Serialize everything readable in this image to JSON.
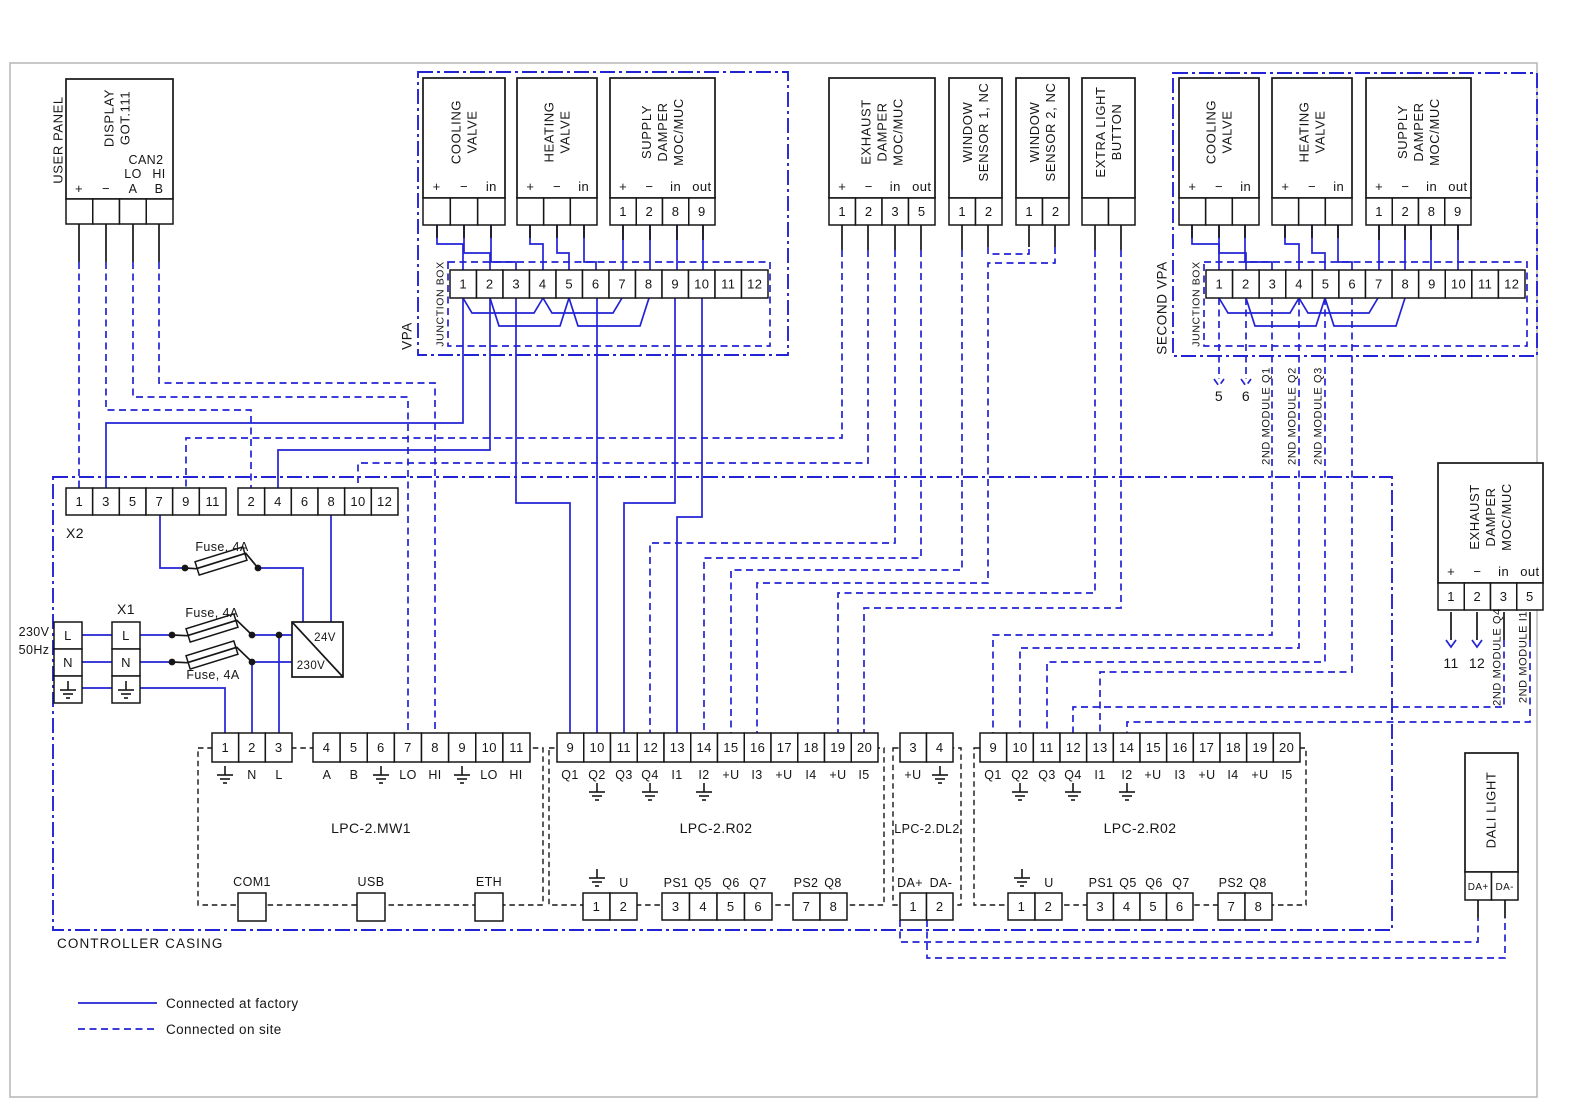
{
  "legend": {
    "factory": "Connected at factory",
    "site": "Connected on site"
  },
  "casing": "CONTROLLER CASING",
  "areas": {
    "vpa": "VPA",
    "second_vpa": "SECOND VPA",
    "junction_box": "JUNCTION BOX"
  },
  "power": {
    "mains_voltage": "230V",
    "mains_freq": "50Hz",
    "x1": "X1",
    "x2": "X2",
    "fuse": "Fuse, 4A",
    "transformer_secondary": "24V",
    "transformer_primary": "230V",
    "mains_rows": [
      "L",
      "N",
      "GND"
    ]
  },
  "user_panel": {
    "side": "USER PANEL",
    "device": [
      "DISPLAY",
      "GOT.111"
    ],
    "bus": "CAN2",
    "lo": "LO",
    "hi": "HI",
    "a": "A",
    "b": "B",
    "plus": "+",
    "minus": "−"
  },
  "junction_numbers": [
    "1",
    "2",
    "3",
    "4",
    "5",
    "6",
    "7",
    "8",
    "9",
    "10",
    "11",
    "12"
  ],
  "x2_odd": [
    "1",
    "3",
    "5",
    "7",
    "9",
    "11"
  ],
  "x2_even": [
    "2",
    "4",
    "6",
    "8",
    "10",
    "12"
  ],
  "top_devices": [
    {
      "name": "cooling-valve-1",
      "lines": [
        "COOLING",
        "VALVE"
      ],
      "pins": [
        "+",
        "−",
        "in"
      ],
      "terminals": [
        "",
        "",
        ""
      ]
    },
    {
      "name": "heating-valve-1",
      "lines": [
        "HEATING",
        "VALVE"
      ],
      "pins": [
        "+",
        "−",
        "in"
      ],
      "terminals": [
        "",
        "",
        ""
      ]
    },
    {
      "name": "supply-damper-1",
      "lines": [
        "SUPPLY",
        "DAMPER",
        "MOC/MUC"
      ],
      "pins": [
        "+",
        "−",
        "in",
        "out"
      ],
      "terminals": [
        "1",
        "2",
        "8",
        "9"
      ]
    },
    {
      "name": "exhaust-damper-1",
      "lines": [
        "EXHAUST",
        "DAMPER",
        "MOC/MUC"
      ],
      "pins": [
        "+",
        "−",
        "in",
        "out"
      ],
      "terminals": [
        "1",
        "2",
        "3",
        "5"
      ]
    },
    {
      "name": "window-sensor-1",
      "lines": [
        "WINDOW",
        "SENSOR 1, NC"
      ],
      "pins": [],
      "terminals": [
        "1",
        "2"
      ]
    },
    {
      "name": "window-sensor-2",
      "lines": [
        "WINDOW",
        "SENSOR 2, NC"
      ],
      "pins": [],
      "terminals": [
        "1",
        "2"
      ]
    },
    {
      "name": "extra-light-button",
      "lines": [
        "EXTRA LIGHT",
        "BUTTON"
      ],
      "pins": [],
      "terminals": [
        "",
        ""
      ]
    },
    {
      "name": "cooling-valve-2",
      "lines": [
        "COOLING",
        "VALVE"
      ],
      "pins": [
        "+",
        "−",
        "in"
      ],
      "terminals": [
        "",
        "",
        ""
      ]
    },
    {
      "name": "heating-valve-2",
      "lines": [
        "HEATING",
        "VALVE"
      ],
      "pins": [
        "+",
        "−",
        "in"
      ],
      "terminals": [
        "",
        "",
        ""
      ]
    },
    {
      "name": "supply-damper-2",
      "lines": [
        "SUPPLY",
        "DAMPER",
        "MOC/MUC"
      ],
      "pins": [
        "+",
        "−",
        "in",
        "out"
      ],
      "terminals": [
        "1",
        "2",
        "8",
        "9"
      ]
    },
    {
      "name": "exhaust-damper-2",
      "lines": [
        "EXHAUST",
        "DAMPER",
        "MOC/MUC"
      ],
      "pins": [
        "+",
        "−",
        "in",
        "out"
      ],
      "terminals": [
        "1",
        "2",
        "3",
        "5"
      ]
    }
  ],
  "dali": {
    "label": "DALI LIGHT",
    "terminals": [
      "DA+",
      "DA-"
    ]
  },
  "modules": {
    "mw1": {
      "name": "LPC-2.MW1",
      "t1": [
        "1",
        "2",
        "3"
      ],
      "t1_labels": [
        "GND",
        "N",
        "L"
      ],
      "t2": [
        "4",
        "5",
        "6",
        "7",
        "8",
        "9",
        "10",
        "11"
      ],
      "t2_labels": [
        "A",
        "B",
        "GND",
        "LO",
        "HI",
        "GND",
        "LO",
        "HI"
      ],
      "ports": [
        "COM1",
        "USB",
        "ETH"
      ]
    },
    "r02a": {
      "name": "LPC-2.R02",
      "top": [
        "9",
        "10",
        "11",
        "12",
        "13",
        "14",
        "15",
        "16",
        "17",
        "18",
        "19",
        "20"
      ],
      "top_labels": [
        "Q1",
        "Q2",
        "Q3",
        "Q4",
        "I1",
        "I2",
        "+U",
        "I3",
        "+U",
        "I4",
        "+U",
        "I5"
      ],
      "b1": [
        "1",
        "2"
      ],
      "b1_labels": [
        "GND",
        "U"
      ],
      "b2": [
        "3",
        "4",
        "5",
        "6"
      ],
      "b2_labels": [
        "PS1",
        "Q5",
        "Q6",
        "Q7"
      ],
      "b3": [
        "7",
        "8"
      ],
      "b3_labels": [
        "PS2",
        "Q8"
      ]
    },
    "dl2": {
      "name": "LPC-2.DL2",
      "top": [
        "3",
        "4"
      ],
      "top_labels": [
        "+U",
        "GND"
      ],
      "b": [
        "1",
        "2"
      ],
      "b_labels": [
        "DA+",
        "DA-"
      ]
    },
    "r02b": {
      "name": "LPC-2.R02",
      "top": [
        "9",
        "10",
        "11",
        "12",
        "13",
        "14",
        "15",
        "16",
        "17",
        "18",
        "19",
        "20"
      ],
      "top_labels": [
        "Q1",
        "Q2",
        "Q3",
        "Q4",
        "I1",
        "I2",
        "+U",
        "I3",
        "+U",
        "I4",
        "+U",
        "I5"
      ],
      "b1": [
        "1",
        "2"
      ],
      "b1_labels": [
        "GND",
        "U"
      ],
      "b2": [
        "3",
        "4",
        "5",
        "6"
      ],
      "b2_labels": [
        "PS1",
        "Q5",
        "Q6",
        "Q7"
      ],
      "b3": [
        "7",
        "8"
      ],
      "b3_labels": [
        "PS2",
        "Q8"
      ]
    }
  },
  "refs": {
    "x2_5": "5",
    "x2_6": "6",
    "x2_11": "11",
    "x2_12": "12",
    "q1": "2ND MODULE Q1",
    "q2": "2ND MODULE Q2",
    "q3": "2ND MODULE Q3",
    "q4": "2ND MODULE Q4",
    "i1": "2ND MODULE I1"
  }
}
